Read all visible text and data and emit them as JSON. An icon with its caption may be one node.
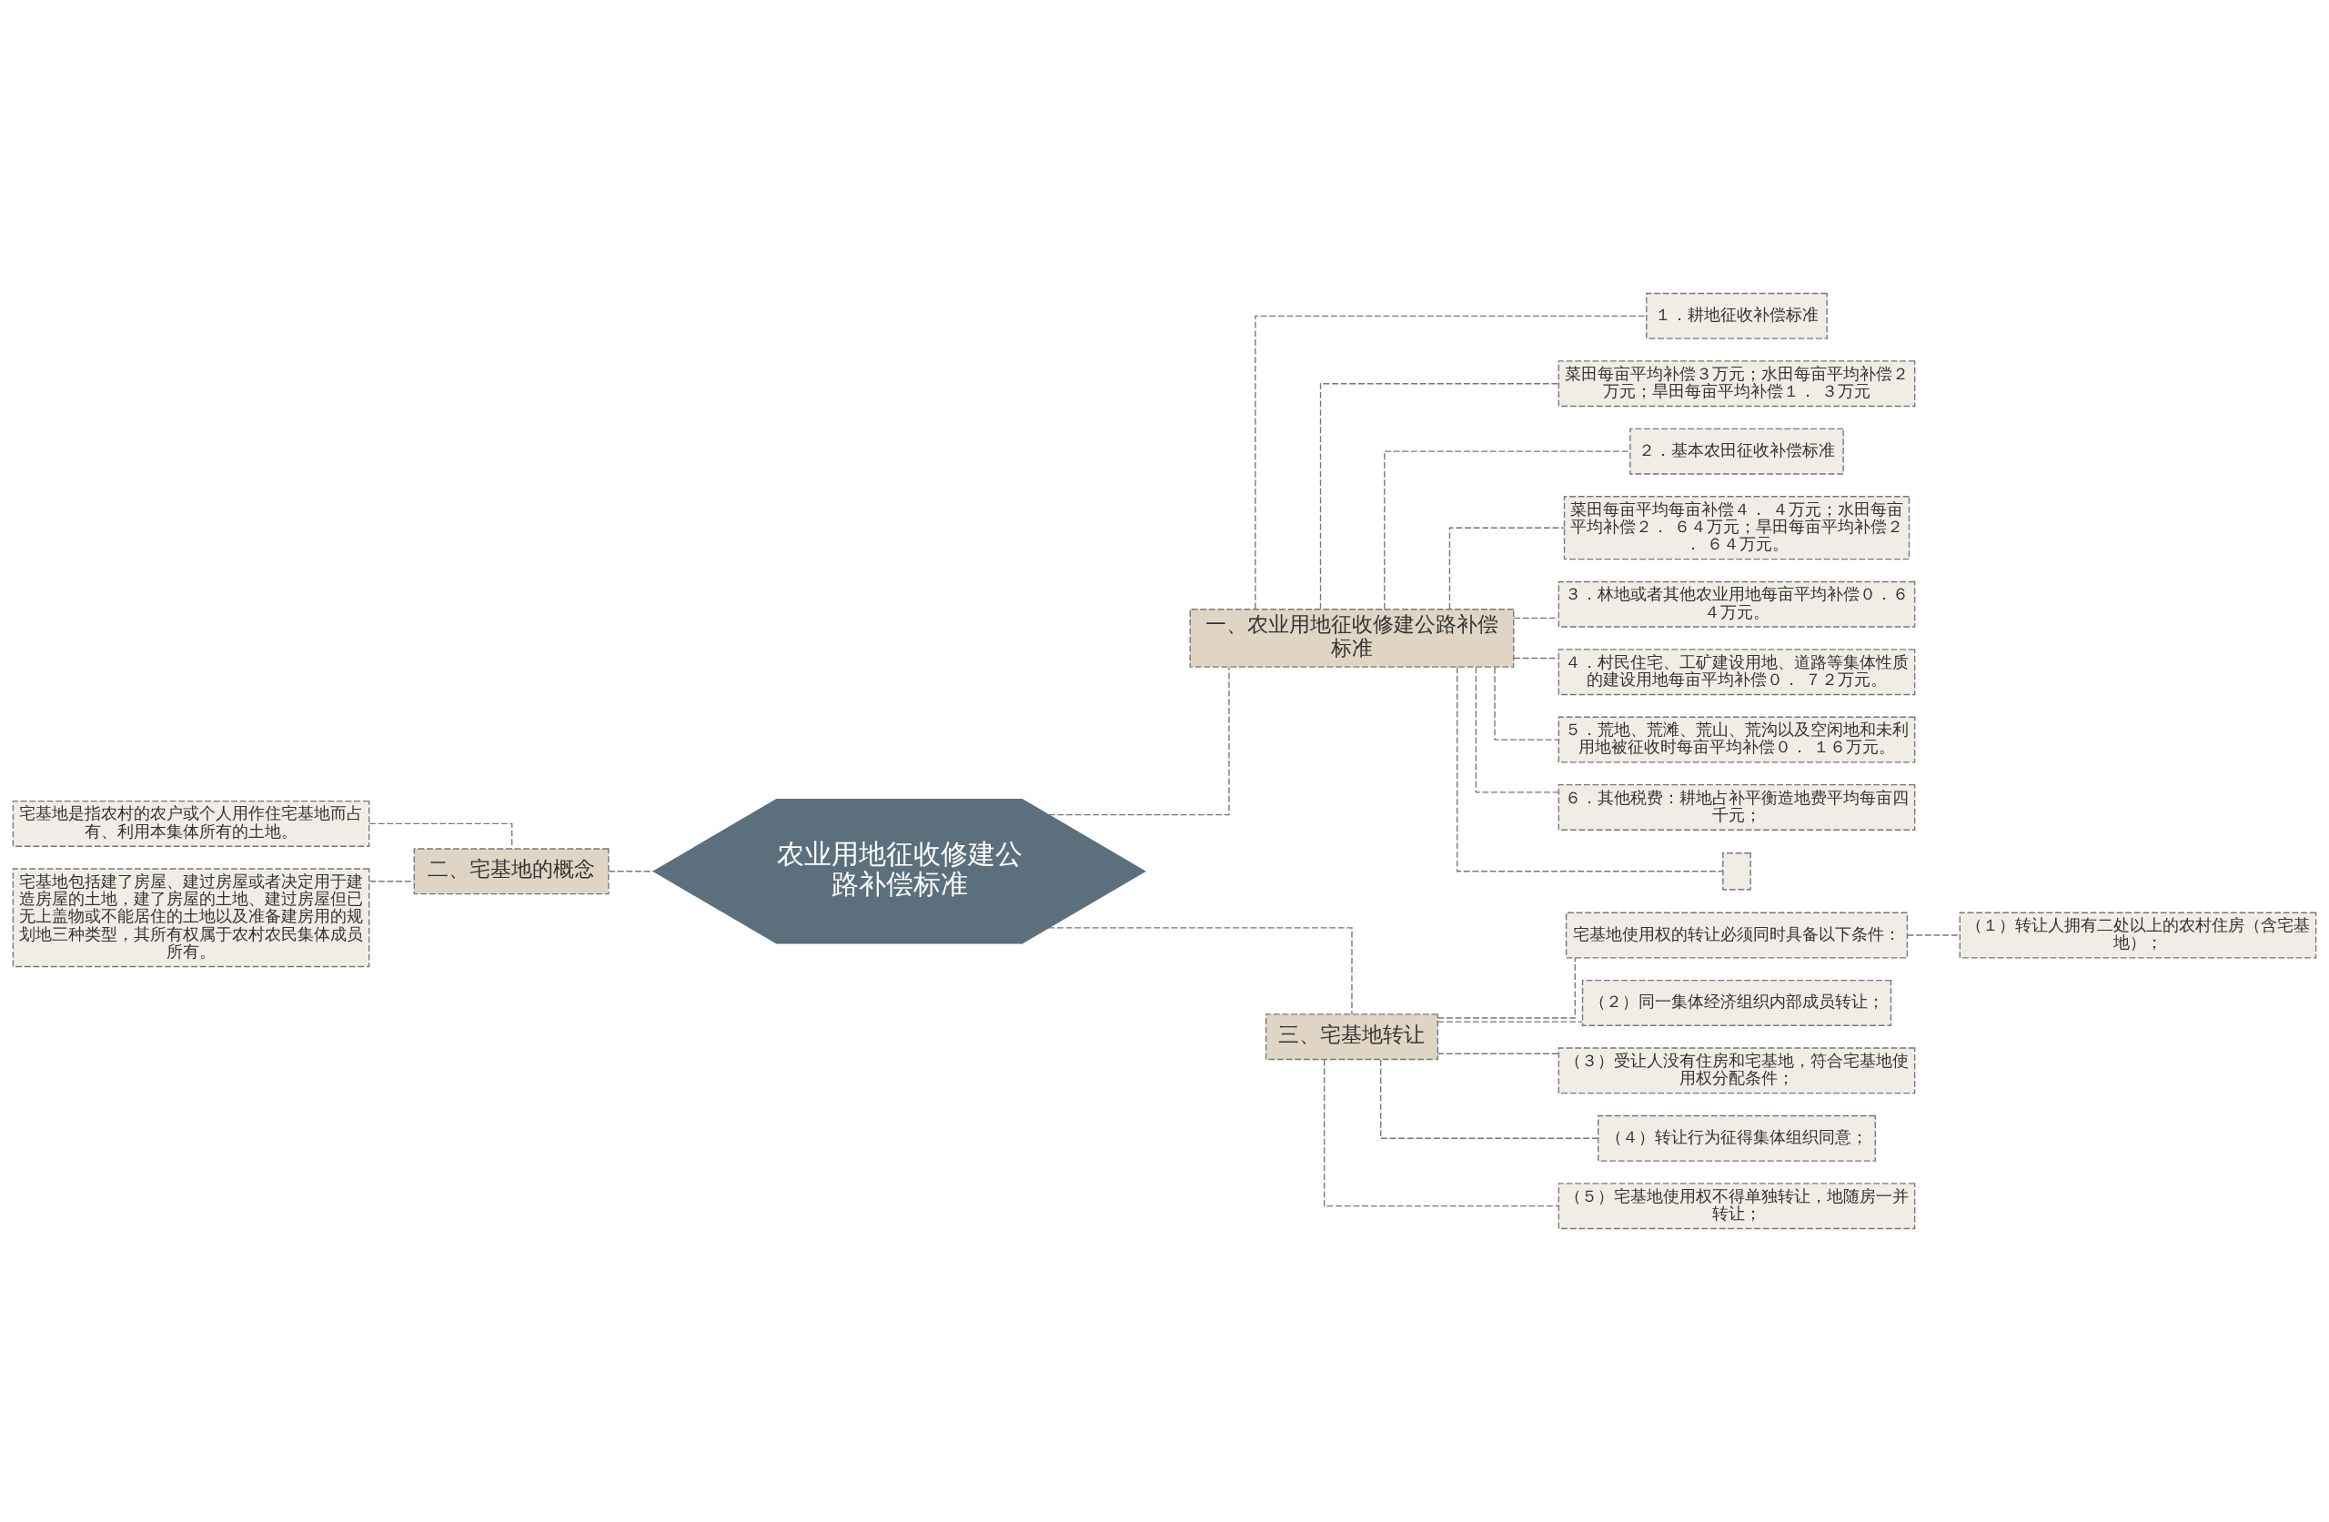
{
  "diagram": {
    "nodes": [
      {
        "text": [
          "农业用地征收修建公路补偿标准"
        ]
      },
      {
        "text": [
          "一、农业用地征收修建公路补偿标准"
        ]
      },
      {
        "text": [
          "１．耕地征收补偿标准"
        ]
      },
      {
        "text": [
          "菜田每亩平均补偿３万元；水田每亩平均补偿２万元；旱田每亩平均补偿１． ３万元"
        ]
      },
      {
        "text": [
          "２．基本农田征收补偿标准"
        ]
      },
      {
        "text": [
          "菜田每亩平均每亩补偿４． ４万元；水田每亩平均补偿２． ６４万元；旱田每亩平均补偿２． ６４万元。"
        ]
      },
      {
        "text": [
          "３．林地或者其他农业用地每亩平均补偿０．６４万元。"
        ]
      },
      {
        "text": [
          "４．村民住宅、工矿建设用地、道路等集体性质的建设用地每亩平均补偿０． ７２万元。"
        ]
      },
      {
        "text": [
          "５．荒地、荒滩、荒山、荒沟以及空闲地和未利用地被征收时每亩平均补偿０． １６万元。"
        ]
      },
      {
        "text": [
          "６．其他税费：耕地占补平衡造地费平均每亩四千元；"
        ]
      },
      {
        "text": [],
        "shape": "box"
      },
      {
        "text": [
          "二、宅基地的概念"
        ]
      },
      {
        "text": [
          "宅基地是指农村的农户或个人用作住宅基地而占有、利用本集体所有的土地。"
        ]
      },
      {
        "text": [
          "宅基地包括建了房屋、建过房屋或者决定用于建造房屋的土地，建了房屋的土地、建过房屋但已无上盖物或不能居住的土地以及准备建房用的规划地三种类型，其所有权属于农村农民集体成员所有。"
        ]
      },
      {
        "text": [
          "三、宅基地转让"
        ]
      },
      {
        "text": [
          "宅基地使用权的转让必须同时具备以下条件："
        ]
      },
      {
        "text": [
          "（１）转让人拥有二处以上的农村住房（含宅基地）；"
        ]
      },
      {
        "text": [
          "（２）同一集体经济组织内部成员转让；"
        ]
      },
      {
        "text": [
          "（３）受让人没有住房和宅基地，符合宅基地使用权分配条件；"
        ]
      },
      {
        "text": [
          "（４）转让行为征得集体组织同意；"
        ]
      },
      {
        "text": [
          "（５）宅基地使用权不得单独转让，地随房一并转让；"
        ]
      }
    ],
    "edges": [
      {
        "from": 0,
        "to": 1,
        "arrow": "none",
        "style": "dashed"
      },
      {
        "from": 1,
        "to": 2,
        "arrow": "none",
        "style": "dashed"
      },
      {
        "from": 1,
        "to": 3,
        "arrow": "none",
        "style": "dashed"
      },
      {
        "from": 1,
        "to": 4,
        "arrow": "none",
        "style": "dashed"
      },
      {
        "from": 1,
        "to": 5,
        "arrow": "none",
        "style": "dashed"
      },
      {
        "from": 1,
        "to": 6,
        "arrow": "none",
        "style": "dashed"
      },
      {
        "from": 1,
        "to": 7,
        "arrow": "none",
        "style": "dashed"
      },
      {
        "from": 1,
        "to": 8,
        "arrow": "none",
        "style": "dashed"
      },
      {
        "from": 1,
        "to": 9,
        "arrow": "none",
        "style": "dashed"
      },
      {
        "from": 1,
        "to": 10,
        "arrow": "none",
        "style": "dashed"
      },
      {
        "from": 0,
        "to": 11,
        "arrow": "none",
        "style": "dashed"
      },
      {
        "from": 11,
        "to": 12,
        "arrow": "none",
        "style": "dashed"
      },
      {
        "from": 11,
        "to": 13,
        "arrow": "none",
        "style": "dashed"
      },
      {
        "from": 0,
        "to": 14,
        "arrow": "none",
        "style": "dashed"
      },
      {
        "from": 14,
        "to": 15,
        "arrow": "none",
        "style": "dashed"
      },
      {
        "from": 15,
        "to": 16,
        "arrow": "none",
        "style": "dashed"
      },
      {
        "from": 14,
        "to": 17,
        "arrow": "none",
        "style": "dashed"
      },
      {
        "from": 14,
        "to": 18,
        "arrow": "none",
        "style": "dashed"
      },
      {
        "from": 14,
        "to": 19,
        "arrow": "none",
        "style": "dashed"
      },
      {
        "from": 14,
        "to": 20,
        "arrow": "none",
        "style": "dashed"
      }
    ]
  }
}
